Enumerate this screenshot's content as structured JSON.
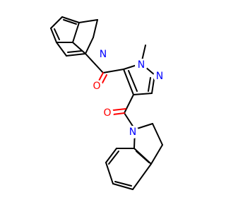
{
  "molecule": {
    "atoms": {
      "n_pyrazole_1": "N",
      "n_pyrazole_2": "N",
      "n_indoline_top": "N",
      "n_indoline_bottom": "N",
      "o_top": "O",
      "o_bottom": "O"
    },
    "colors": {
      "bond": "#000000",
      "nitrogen": "#0000ff",
      "oxygen": "#ff0000"
    }
  }
}
